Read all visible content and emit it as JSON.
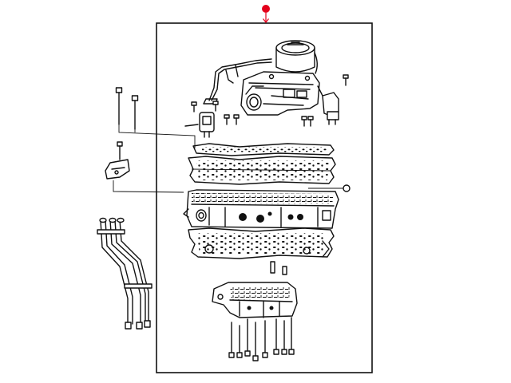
{
  "diagram": {
    "frame_color": "#111111",
    "background": "#ffffff",
    "marker": {
      "icon": "location-pin-icon",
      "color": "#e3001b"
    },
    "parts": [
      "solenoid-module",
      "sensor-left",
      "sensor-right",
      "separator-plate-upper",
      "gasket-upper",
      "valve-body-upper",
      "separator-plate-lower",
      "valve-body-lower",
      "bracket",
      "filter-tubes",
      "long-bolts",
      "short-bolts",
      "o-ring"
    ]
  }
}
